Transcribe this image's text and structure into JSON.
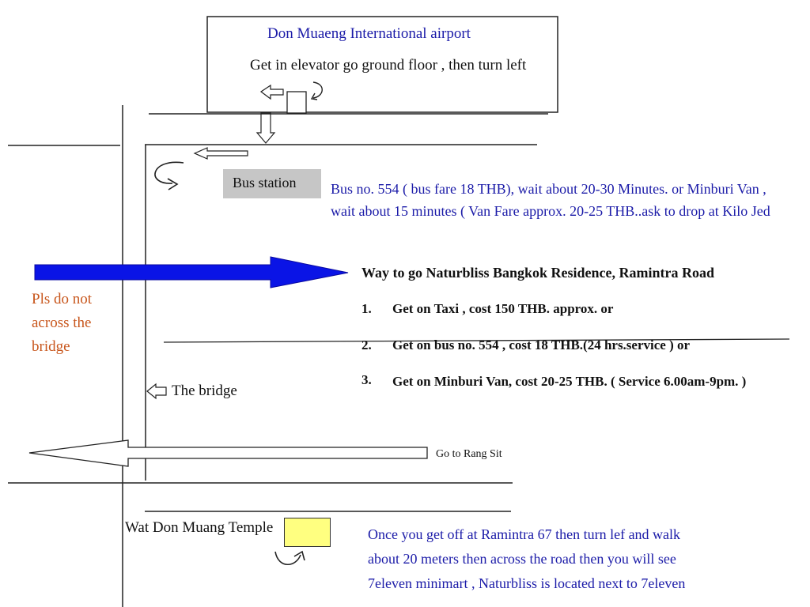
{
  "airport": {
    "title": "Don Muaeng International airport",
    "instruction": "Get in elevator go ground floor , then turn left"
  },
  "bus_station": {
    "label": "Bus station",
    "info_lines": [
      "Bus no. 554 ( bus fare 18 THB), wait about 20-30 Minutes. or  Minburi Van ,",
      "wait about 15 minutes ( Van Fare approx. 20-25 THB..ask to drop at Kilo Jed"
    ]
  },
  "directions": {
    "heading": "Way to go  Naturbliss Bangkok  Residence,  Ramintra Road",
    "steps": [
      {
        "num": "1.",
        "text": "Get on Taxi , cost 150 THB. approx. or"
      },
      {
        "num": "2.",
        "text": "Get on bus no. 554 , cost 18 THB.(24 hrs.service ) or"
      },
      {
        "num": "3.",
        "text": "Get on Minburi Van,  cost 20-25 THB. ( Service 6.00am-9pm. )"
      }
    ]
  },
  "warning": {
    "lines": [
      "Pls do not",
      "across the",
      "bridge"
    ]
  },
  "labels": {
    "bridge": "The bridge",
    "rang_sit": "Go to Rang Sit",
    "temple": "Wat Don Muang Temple"
  },
  "final_directions": {
    "lines": [
      "Once you get off at Ramintra 67 then turn lef  and walk",
      "about 20 meters then across the road then you will see",
      "7eleven minimart , Naturbliss is located next to 7eleven"
    ]
  },
  "colors": {
    "main_arrow": "#0a14e6",
    "blue_text": "#1b1ba8",
    "warning_text": "#c8561c",
    "bus_station_bg": "#c6c6c6",
    "temple_marker": "#ffff80"
  },
  "icons": {
    "left_arrow": "left-arrow-icon",
    "down_arrow": "down-arrow-icon",
    "u_turn": "u-turn-icon",
    "elevator": "elevator-icon"
  }
}
